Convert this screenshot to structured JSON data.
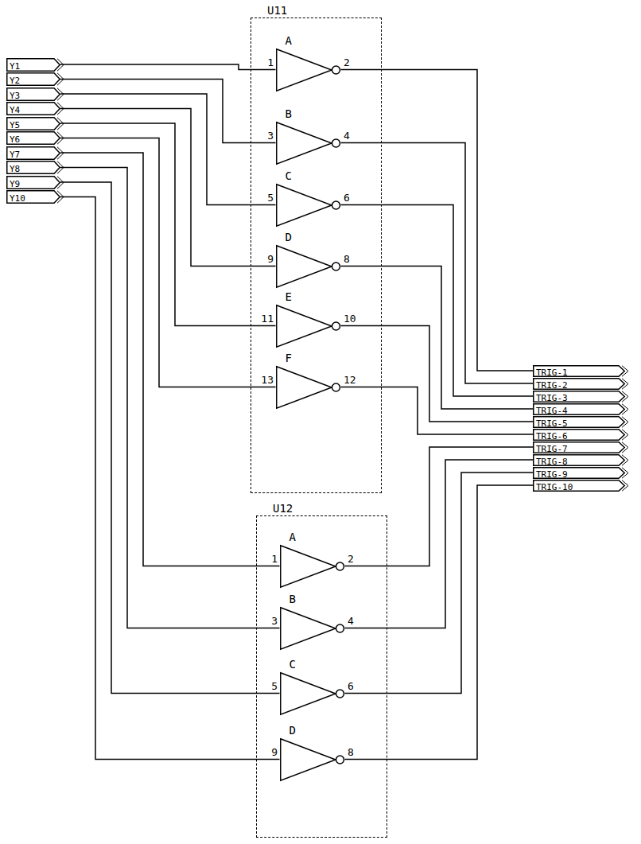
{
  "diagram": {
    "nodes": [
      {
        "text": [
          "U11"
        ]
      },
      {
        "text": [
          "A"
        ],
        "in": 0
      },
      {
        "text": [
          "B"
        ],
        "in": 0
      },
      {
        "text": [
          "C"
        ],
        "in": 0
      },
      {
        "text": [
          "D"
        ],
        "in": 0
      },
      {
        "text": [
          "E"
        ],
        "in": 0
      },
      {
        "text": [
          "F"
        ],
        "in": 0
      },
      {
        "text": [
          "U12"
        ]
      },
      {
        "text": [
          "A"
        ],
        "in": 7
      },
      {
        "text": [
          "B"
        ],
        "in": 7
      },
      {
        "text": [
          "C"
        ],
        "in": 7
      },
      {
        "text": [
          "D"
        ],
        "in": 7
      },
      {
        "text": [
          "Y1"
        ]
      },
      {
        "text": [
          "Y2"
        ]
      },
      {
        "text": [
          "Y3"
        ]
      },
      {
        "text": [
          "Y4"
        ]
      },
      {
        "text": [
          "Y5"
        ]
      },
      {
        "text": [
          "Y6"
        ]
      },
      {
        "text": [
          "Y7"
        ]
      },
      {
        "text": [
          "Y8"
        ]
      },
      {
        "text": [
          "Y9"
        ]
      },
      {
        "text": [
          "Y10"
        ]
      },
      {
        "text": [
          "TRIG-1"
        ]
      },
      {
        "text": [
          "TRIG-2"
        ]
      },
      {
        "text": [
          "TRIG-3"
        ]
      },
      {
        "text": [
          "TRIG-4"
        ]
      },
      {
        "text": [
          "TRIG-5"
        ]
      },
      {
        "text": [
          "TRIG-6"
        ]
      },
      {
        "text": [
          "TRIG-7"
        ]
      },
      {
        "text": [
          "TRIG-8"
        ]
      },
      {
        "text": [
          "TRIG-9"
        ]
      },
      {
        "text": [
          "TRIG-10"
        ]
      }
    ],
    "edges": [
      {
        "from": 12,
        "to": 1,
        "arrow": "none"
      },
      {
        "from": 13,
        "to": 2,
        "arrow": "none"
      },
      {
        "from": 14,
        "to": 3,
        "arrow": "none"
      },
      {
        "from": 15,
        "to": 4,
        "arrow": "none"
      },
      {
        "from": 16,
        "to": 5,
        "arrow": "none"
      },
      {
        "from": 17,
        "to": 6,
        "arrow": "none"
      },
      {
        "from": 18,
        "to": 8,
        "arrow": "none"
      },
      {
        "from": 19,
        "to": 9,
        "arrow": "none"
      },
      {
        "from": 20,
        "to": 10,
        "arrow": "none"
      },
      {
        "from": 21,
        "to": 11,
        "arrow": "none"
      },
      {
        "from": 1,
        "to": 22,
        "arrow": "none"
      },
      {
        "from": 2,
        "to": 23,
        "arrow": "none"
      },
      {
        "from": 3,
        "to": 24,
        "arrow": "none"
      },
      {
        "from": 4,
        "to": 25,
        "arrow": "none"
      },
      {
        "from": 5,
        "to": 26,
        "arrow": "none"
      },
      {
        "from": 6,
        "to": 27,
        "arrow": "none"
      },
      {
        "from": 8,
        "to": 28,
        "arrow": "none"
      },
      {
        "from": 9,
        "to": 29,
        "arrow": "none"
      },
      {
        "from": 10,
        "to": 30,
        "arrow": "none"
      },
      {
        "from": 11,
        "to": 31,
        "arrow": "none"
      }
    ],
    "labels": [
      "1",
      "2",
      "3",
      "4",
      "5",
      "6",
      "9",
      "8",
      "11",
      "10",
      "13",
      "12",
      "1",
      "2",
      "3",
      "4",
      "5",
      "6",
      "9",
      "8"
    ]
  }
}
